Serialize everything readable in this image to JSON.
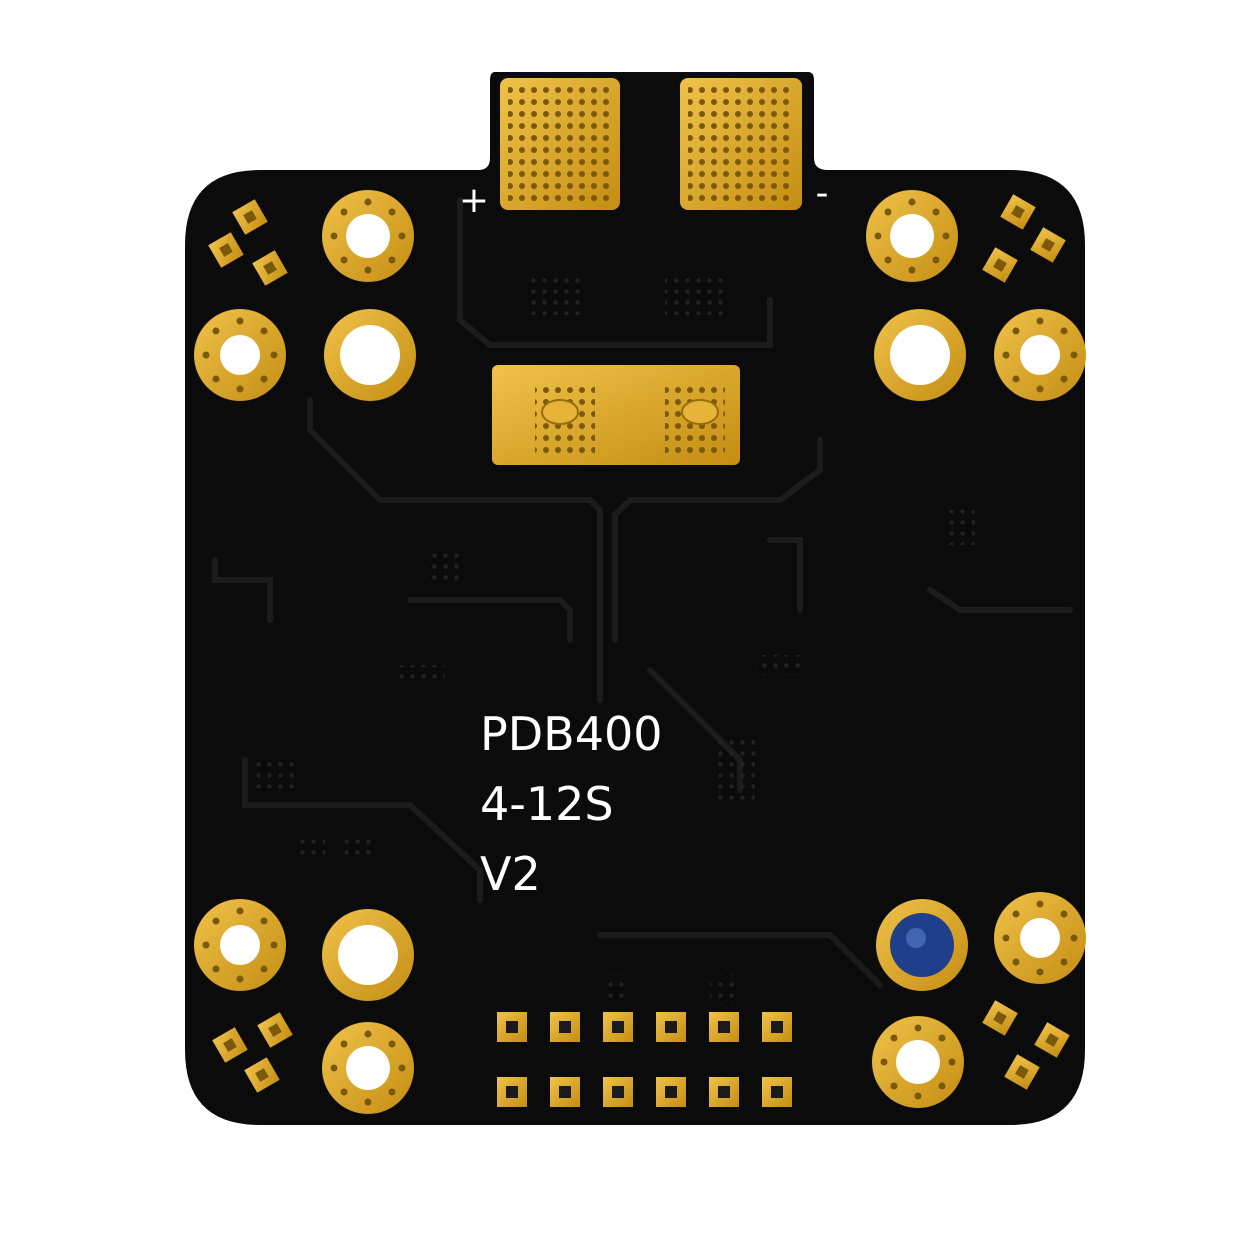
{
  "board": {
    "label_line1": "PDB400",
    "label_line2": "4-12S",
    "label_line3": "V2",
    "plus_mark": "+",
    "minus_mark": "-"
  },
  "colors": {
    "background": "#ffffff",
    "pcb": "#0b0b0b",
    "trace": "#1a1a1a",
    "gold": "#d9a520",
    "gold_dark": "#b8860b",
    "silkscreen": "#ffffff",
    "capacitor_blue": "#1f3f8a"
  },
  "icons": {
    "mounting_hole": "plated-ring",
    "signal_pad": "square-pad"
  }
}
